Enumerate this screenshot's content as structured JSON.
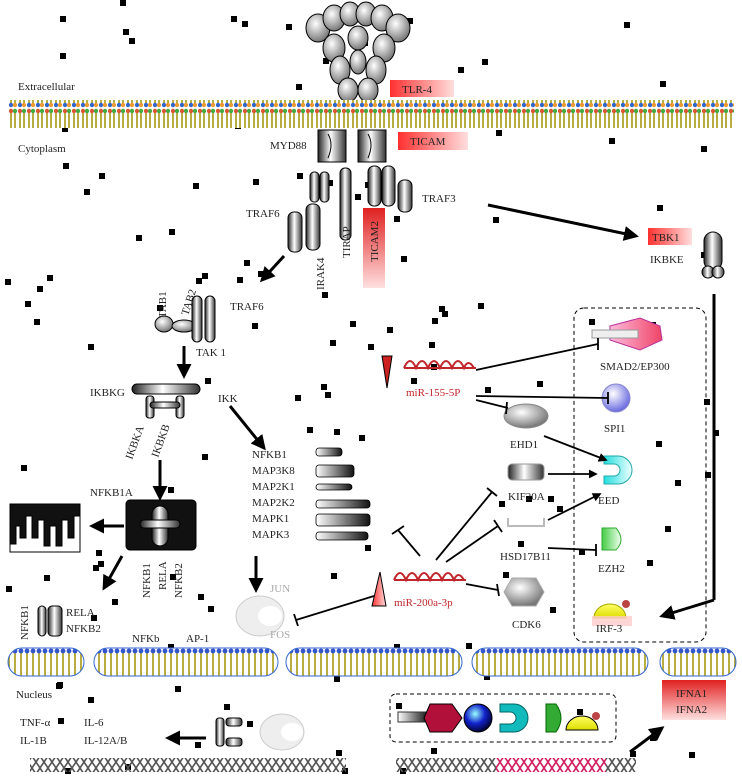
{
  "compartments": {
    "extracellular": "Extracellular",
    "cytoplasm": "Cytoplasm",
    "nucleus": "Nucleus"
  },
  "receptors": {
    "tlr4": "TLR-4",
    "ticam": "TICAM"
  },
  "adaptors": {
    "myd88": "MYD88",
    "traf6_top": "TRAF6",
    "irak4": "IRAK4",
    "tirap": "TIRAP",
    "ticam2": "TICAM2",
    "traf3": "TRAF3"
  },
  "kinases": {
    "tbk1": "TBK1",
    "ikbke": "IKBKE",
    "tab1": "TAB1",
    "tab2": "TAB2",
    "traf6_mid": "TRAF6",
    "tak1": "TAK 1",
    "ikbkg": "IKBKG",
    "ikbka": "IKBKA",
    "ikbkb": "IKBKB",
    "ikk": "IKK"
  },
  "mapk_list": [
    "NFKB1",
    "MAP3K8",
    "MAP2K1",
    "MAP2K2",
    "MAPK1",
    "MAPK3"
  ],
  "nfkb": {
    "nfkb1a": "NFKB1A",
    "nfkb1": "NFKB1",
    "rela": "RELA",
    "nfkb2": "NFKB2",
    "nfkb1_b": "NFKB1",
    "rela_b": "RELA",
    "nfkb2_b": "NFKB2"
  },
  "ap1": {
    "jun": "JUN",
    "fos": "FOS"
  },
  "mirnas": {
    "mir155": "miR-155-5P",
    "mir200": "miR-200a-3p"
  },
  "targets": {
    "smad": "SMAD2/EP300",
    "spi1": "SPI1",
    "ehd1": "EHD1",
    "eed": "EED",
    "kif20a": "KIF20A",
    "hsd17b11": "HSD17B11",
    "ezh2": "EZH2",
    "cdk6": "CDK6",
    "irf3": "IRF-3"
  },
  "membrane_labels": {
    "nfkb": "NFKb",
    "ap1": "AP-1"
  },
  "cytokines": {
    "tnf": "TNF-α",
    "il6": "IL-6",
    "il1b": "IL-1B",
    "il12": "IL-12A/B"
  },
  "interferons": {
    "ifna1": "IFNA1",
    "ifna2": "IFNA2"
  },
  "colors": {
    "highlight_red": "#e53935",
    "mirna_red": "#c0262b",
    "membrane_yellow": "#d8cf6a"
  }
}
